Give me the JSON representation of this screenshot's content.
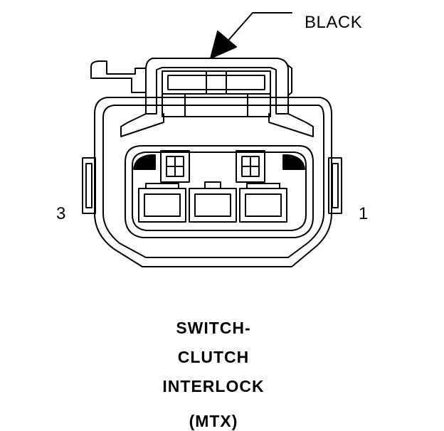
{
  "connector": {
    "color_label": "BLACK",
    "pin_left": "3",
    "pin_right": "1"
  },
  "title": {
    "line1": "SWITCH-",
    "line2": "CLUTCH",
    "line3": "INTERLOCK",
    "line4": "(MTX)"
  }
}
